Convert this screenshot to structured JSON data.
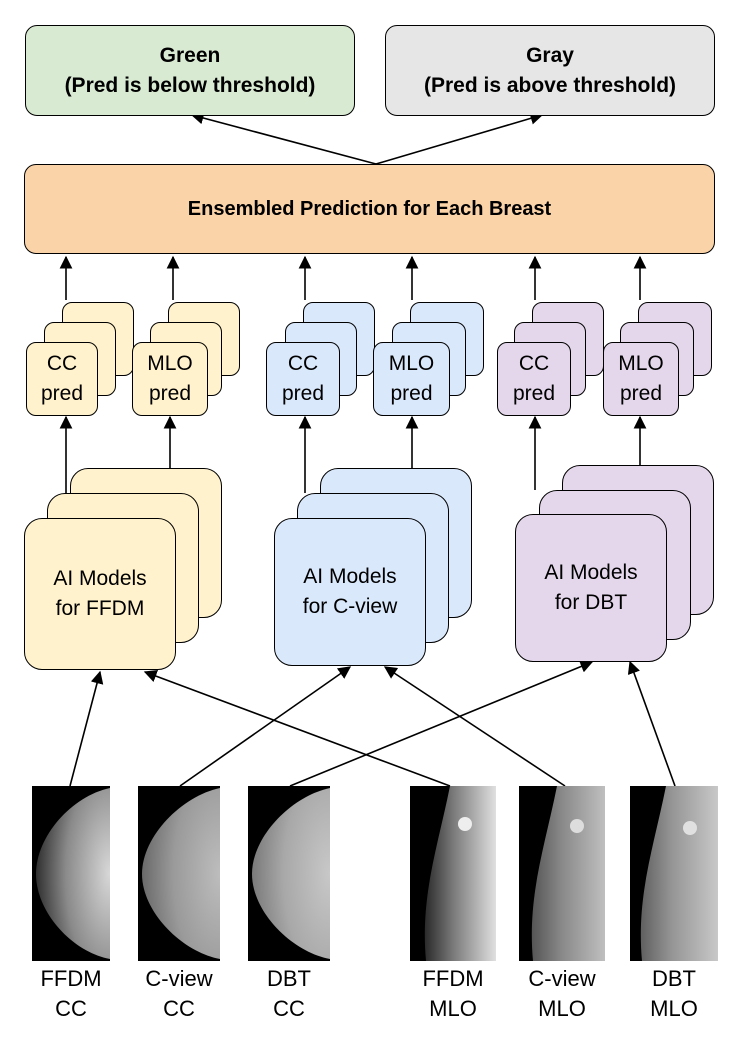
{
  "outputs": {
    "green": {
      "title": "Green",
      "subtitle": "(Pred is below threshold)"
    },
    "gray": {
      "title": "Gray",
      "subtitle": "(Pred is above threshold)"
    }
  },
  "ensemble": {
    "label": "Ensembled Prediction for Each Breast"
  },
  "groups": {
    "ffdm": {
      "cc_pred": "CC\npred",
      "mlo_pred": "MLO\npred",
      "model": "AI Models\nfor FFDM"
    },
    "cview": {
      "cc_pred": "CC\npred",
      "mlo_pred": "MLO\npred",
      "model": "AI Models\nfor C-view"
    },
    "dbt": {
      "cc_pred": "CC\npred",
      "mlo_pred": "MLO\npred",
      "model": "AI Models\nfor DBT"
    }
  },
  "images": [
    {
      "line1": "FFDM",
      "line2": "CC"
    },
    {
      "line1": "C-view",
      "line2": "CC"
    },
    {
      "line1": "DBT",
      "line2": "CC"
    },
    {
      "line1": "FFDM",
      "line2": "MLO"
    },
    {
      "line1": "C-view",
      "line2": "MLO"
    },
    {
      "line1": "DBT",
      "line2": "MLO"
    }
  ],
  "colors": {
    "green_fill": "#d9ead3",
    "gray_fill": "#e6e6e6",
    "ensemble_fill": "#fbd3a8",
    "ffdm_fill": "#fff2cc",
    "cview_fill": "#dae8fc",
    "dbt_fill": "#e4d7ec"
  }
}
